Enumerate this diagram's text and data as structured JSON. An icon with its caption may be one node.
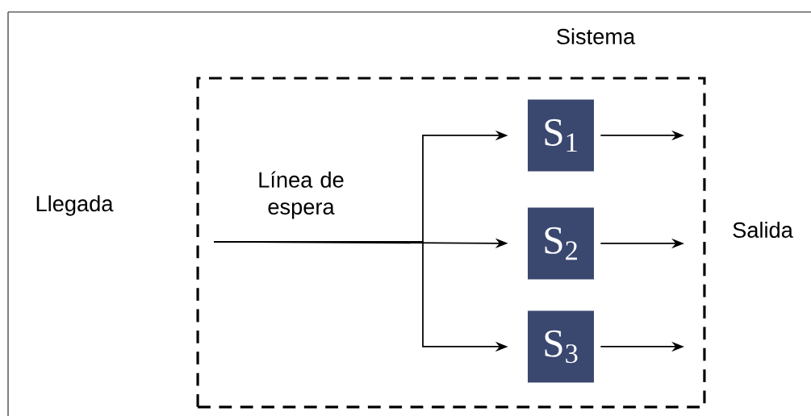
{
  "diagram": {
    "nodes": [
      {
        "text": [
          "Sistema"
        ]
      },
      {
        "text": [
          "S$_{1}$"
        ],
        "in": 0
      },
      {
        "text": [
          "S$_{2}$"
        ],
        "in": 0
      },
      {
        "text": [
          "S$_{3}$"
        ],
        "in": 0
      }
    ],
    "edges": [
      {
        "from": null,
        "to": 1,
        "arrow": "to"
      },
      {
        "from": null,
        "to": 2,
        "arrow": "to",
        "label": "Línea de espera"
      },
      {
        "from": null,
        "to": 3,
        "arrow": "to"
      },
      {
        "from": 1,
        "to": null,
        "arrow": "to"
      },
      {
        "from": 2,
        "to": null,
        "arrow": "to"
      },
      {
        "from": 3,
        "to": null,
        "arrow": "to"
      }
    ],
    "labels": [
      "Llegada",
      "Salida"
    ]
  }
}
